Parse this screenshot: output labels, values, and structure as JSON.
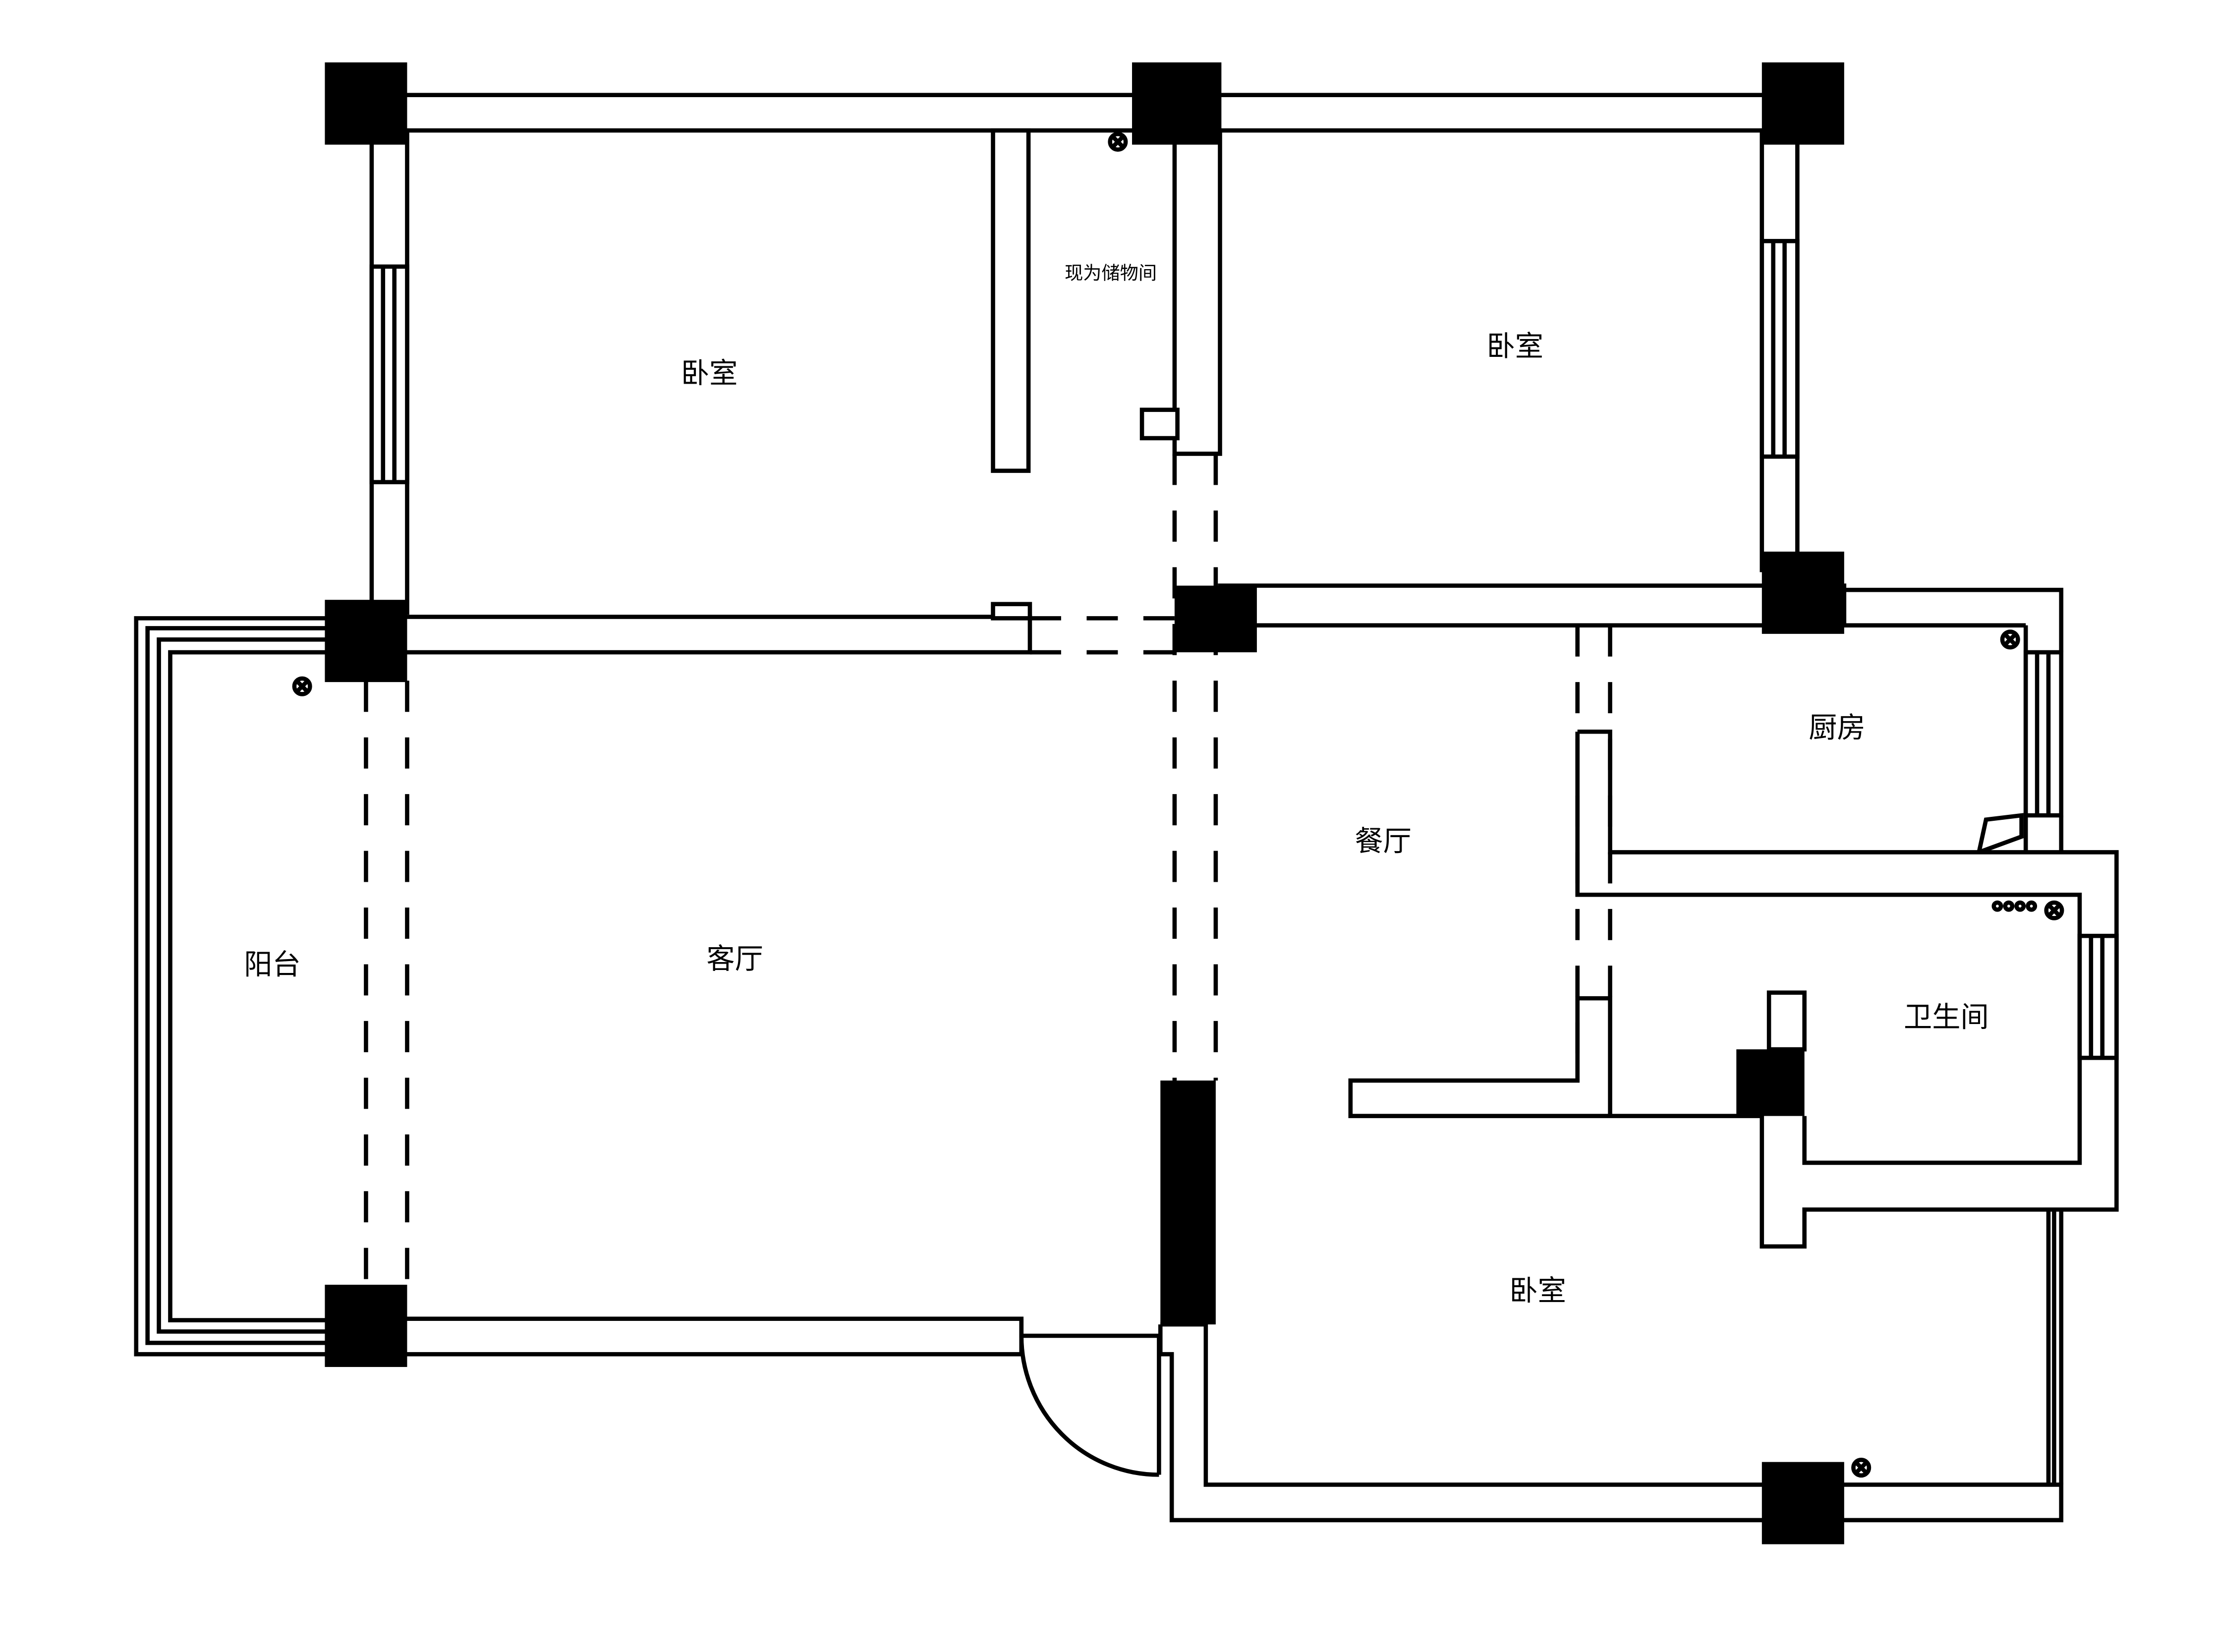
{
  "rooms": {
    "bedroom_top_left": "卧室",
    "storage": "现为储物间",
    "bedroom_top_right": "卧室",
    "kitchen": "厨房",
    "dining": "餐厅",
    "balcony": "阳台",
    "living": "客厅",
    "bathroom": "卫生间",
    "bedroom_bottom": "卧室"
  },
  "colors": {
    "wall_fill": "#ffffff",
    "line": "#000000",
    "column": "#000000"
  },
  "icons": [
    "light-fixture-icon",
    "door-swing-icon",
    "window-icon",
    "column-icon"
  ]
}
